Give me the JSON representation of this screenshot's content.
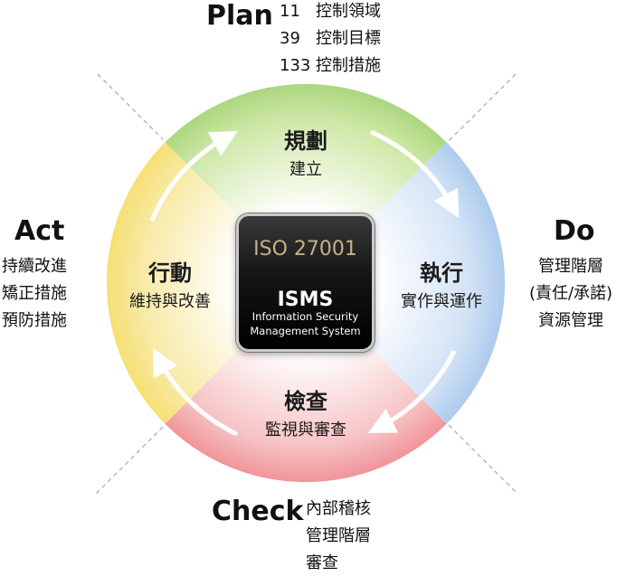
{
  "plan": {
    "title": "Plan",
    "items": [
      {
        "num": "11",
        "label": "控制領域"
      },
      {
        "num": "39",
        "label": "控制目標"
      },
      {
        "num": "133",
        "label": "控制措施"
      }
    ]
  },
  "do": {
    "title": "Do",
    "lines": [
      "管理階層",
      "(責任/承諾)",
      "資源管理"
    ]
  },
  "check": {
    "title": "Check",
    "lines": [
      "內部稽核",
      "管理階層",
      "審查"
    ]
  },
  "act": {
    "title": "Act",
    "lines": [
      "持續改進",
      "矯正措施",
      "預防措施"
    ]
  },
  "quadrants": {
    "top": {
      "main": "規劃",
      "sub": "建立",
      "color": "#a8d47a"
    },
    "right": {
      "main": "執行",
      "sub": "實作與運作",
      "color": "#a8c8ec"
    },
    "bottom": {
      "main": "檢查",
      "sub": "監視與審查",
      "color": "#f08f94"
    },
    "left": {
      "main": "行動",
      "sub": "維持與改善",
      "color": "#f5de6e"
    }
  },
  "center": {
    "title": "ISO 27001",
    "isms": "ISMS",
    "sub1": "Information Security",
    "sub2": "Management System"
  }
}
